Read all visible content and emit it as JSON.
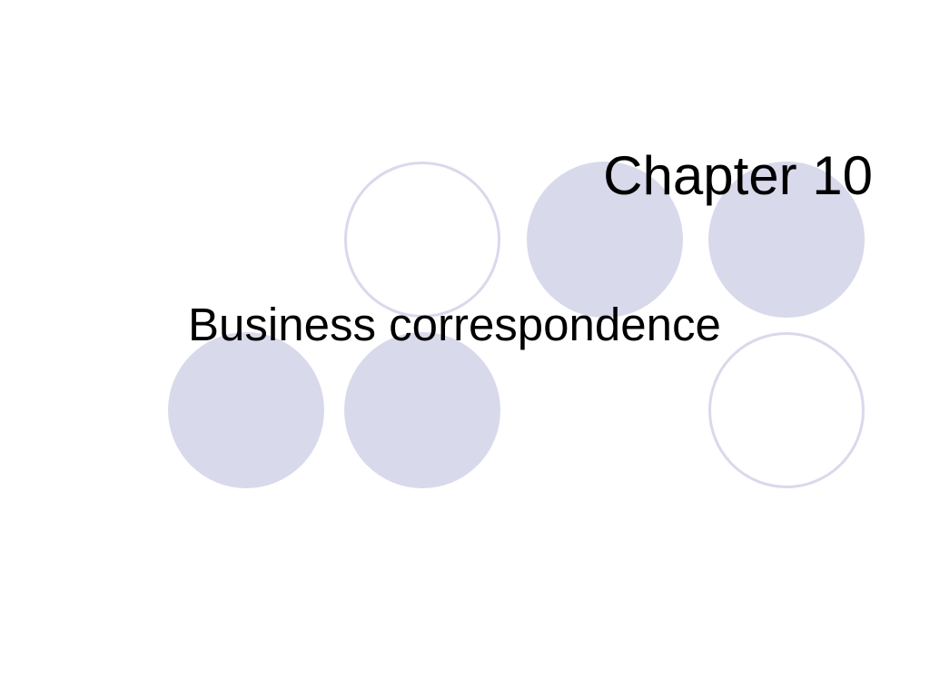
{
  "slide": {
    "title": "Chapter 10",
    "subtitle": "Business correspondence"
  },
  "decoration": {
    "circle_color": "#d9d9ec",
    "circles": [
      {
        "style": "outline"
      },
      {
        "style": "filled"
      },
      {
        "style": "filled"
      },
      {
        "style": "filled"
      },
      {
        "style": "filled"
      },
      {
        "style": "outline"
      }
    ]
  }
}
